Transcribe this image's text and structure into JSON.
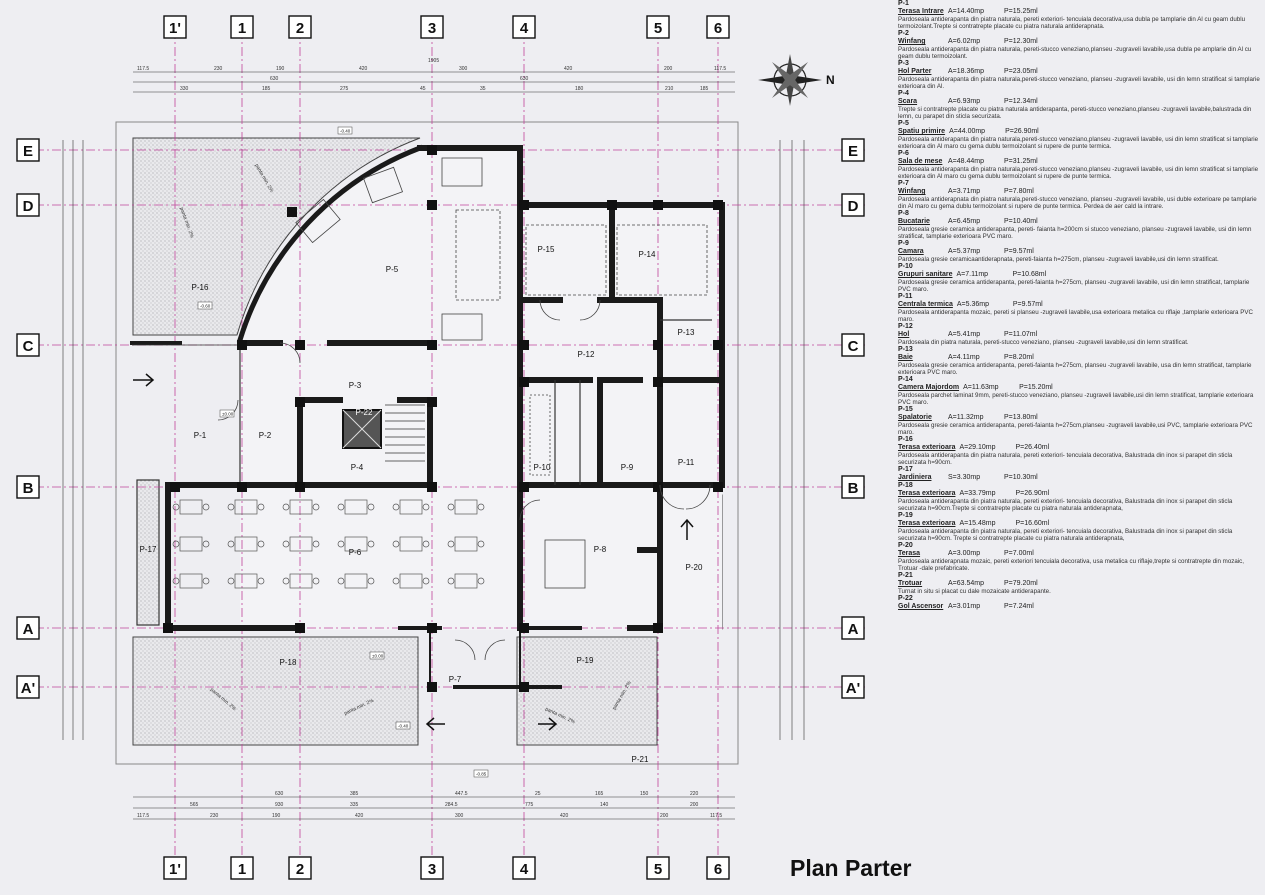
{
  "drawing": {
    "title": "Plan Parter",
    "compass_label": "N",
    "grid_cols": [
      {
        "label": "1'"
      },
      {
        "label": "1"
      },
      {
        "label": "2"
      },
      {
        "label": "3"
      },
      {
        "label": "4"
      },
      {
        "label": "5"
      },
      {
        "label": "6"
      }
    ],
    "grid_rows": [
      {
        "label": "E"
      },
      {
        "label": "D"
      },
      {
        "label": "C"
      },
      {
        "label": "B"
      },
      {
        "label": "A"
      },
      {
        "label": "A'"
      }
    ],
    "room_tags": [
      "P-1",
      "P-2",
      "P-3",
      "P-4",
      "P-5",
      "P-6",
      "P-7",
      "P-8",
      "P-9",
      "P-10",
      "P-11",
      "P-12",
      "P-13",
      "P-14",
      "P-15",
      "P-16",
      "P-17",
      "P-18",
      "P-19",
      "P-20",
      "P-21",
      "P-22"
    ],
    "level_marks": [
      "-0.40",
      "±0.00",
      "-0.60",
      "-0.85"
    ],
    "slope_note": "panta min. 2%",
    "top_dims_row1": [
      "117.5",
      "230",
      "190",
      "420",
      "300",
      "420",
      "200",
      "117.5"
    ],
    "top_dims_row2": [
      "330",
      "185",
      "275",
      "45",
      "35",
      "180",
      "210",
      "185"
    ],
    "top_dims_row3": [
      "1905",
      "630",
      "630"
    ],
    "bottom_dims_row1": [
      "630",
      "385",
      "447.5",
      "25",
      "165",
      "150",
      "220"
    ],
    "bottom_dims_row2": [
      "565",
      "930",
      "335",
      "284.5",
      "775",
      "140",
      "200"
    ],
    "bottom_dims_row3": [
      "117.5",
      "230",
      "190",
      "420",
      "300",
      "420",
      "200",
      "117.5"
    ]
  },
  "legend": {
    "rooms": [
      {
        "id": "P-1",
        "name": "Terasa Intrare",
        "area": "A=14.40mp",
        "perimeter": "P=15.25ml",
        "desc": "Pardoseala antiderapanta din piatra naturala, pereti exteriori- tencuiala decorativa,usa dubla pe tamplarie din Al cu geam dublu termoizolant.Trepte si contratrepte placate cu piatra naturala antiderapnata."
      },
      {
        "id": "P-2",
        "name": "Winfang",
        "area": "A=6.02mp",
        "perimeter": "P=12.30ml",
        "desc": "Pardoseala antiderapanta din piatra naturala, pereti-stucco veneziano,planseu -zugraveli lavabile,usa dubla pe amplarie din Al cu geam dublu termoizolant."
      },
      {
        "id": "P-3",
        "name": "Hol Parter",
        "area": "A=18.36mp",
        "perimeter": "P=23.05ml",
        "desc": "Pardoseala antiderapanta din piatra naturala,pereti-stucco veneziano, planseu -zugraveli lavabile, usi din lemn stratificat si tamplarie exterioara din Al."
      },
      {
        "id": "P-4",
        "name": "Scara",
        "area": "A=6.93mp",
        "perimeter": "P=12.34ml",
        "desc": "Trepte si contratrepte placate cu piatra naturala antiderapanta, pereti-stucco veneziano,planseu -zugraveli lavabile,balustrada din lemn, cu parapet din sticla securizata."
      },
      {
        "id": "P-5",
        "name": "Spatiu primire",
        "area": "A=44.00mp",
        "perimeter": "P=26.90ml",
        "desc": "Pardoseala antiderapanta din piatra naturala,pereti-stucco veneziano,planseu -zugraveli lavabile, usi din lemn stratificat si tamplarie exterioara din Al maro cu gema dublu termoizolant si rupere de punte termica."
      },
      {
        "id": "P-6",
        "name": "Sala de mese",
        "area": "A=48.44mp",
        "perimeter": "P=31.25ml",
        "desc": "Pardoseala antiderapanta din piatra naturala,pereti-stucco veneziano,planseu -zugraveli lavabile, usi din lemn stratificat si tamplarie exterioara din Al maro cu gema dublu termoizolant si rupere de punte termica."
      },
      {
        "id": "P-7",
        "name": "Winfang",
        "area": "A=3.71mp",
        "perimeter": "P=7.80ml",
        "desc": "Pardoseala antiderapnata din piatra naturala,pereti-stucco veneziano, planseu -zugraveli lavabile, usi duble exterioare pe tamplarie din Al maro cu gema dublu termoizolant si rupere de punte termica. Perdea de aer cald la intrare."
      },
      {
        "id": "P-8",
        "name": "Bucatarie",
        "area": "A=6.45mp",
        "perimeter": "P=10.40ml",
        "desc": "Pardoseala gresie ceramica antiderapanta, pereti- faianta h=200cm si stucco veneziano, planseu -zugraveli lavabile, usi din lemn stratificat, tamplarie exterioara PVC maro."
      },
      {
        "id": "P-9",
        "name": "Camara",
        "area": "A=5.37mp",
        "perimeter": "P=9.57ml",
        "desc": "Pardoseala gresie ceramicaantiderapnata, pereti-faianta h=275cm, planseu -zugraveli lavabile,usi din lemn stratificat."
      },
      {
        "id": "P-10",
        "name": "Grupuri sanitare",
        "area": "A=7.11mp",
        "perimeter": "P=10.68ml",
        "desc": "Pardoseala gresie ceramica antiderapanta, pereti-faianta h=275cm, planseu -zugraveli lavabile, usi din lemn stratificat, tamplarie PVC maro."
      },
      {
        "id": "P-11",
        "name": "Centrala termica",
        "area": "A=5.36mp",
        "perimeter": "P=9.57ml",
        "desc": "Pardoseala antiderapanta mozaic, pereti si planseu -zugraveli lavabile,usa exterioara metalica cu riflaje ,tamplarie exterioara PVC maro."
      },
      {
        "id": "P-12",
        "name": "Hol",
        "area": "A=5.41mp",
        "perimeter": "P=11.07ml",
        "desc": "Pardoseala din piatra naturala, pereti-stucco veneziano, planseu -zugraveli lavabile,usi din lemn stratificat."
      },
      {
        "id": "P-13",
        "name": "Baie",
        "area": "A=4.11mp",
        "perimeter": "P=8.20ml",
        "desc": "Pardoseala gresie ceramica antiderapanta, pereti-faianta h=275cm, planseu -zugraveli lavabile, usa din lemn stratificat, tamplarie exterioara PVC maro."
      },
      {
        "id": "P-14",
        "name": "Camera Majordom",
        "area": "A=11.63mp",
        "perimeter": "P=15.20ml",
        "desc": "Pardoseala parchet laminat 9mm, pereti-stucco veneziano, planseu -zugraveli lavabile,usi din lemn stratificat, tamplarie exterioara PVC maro."
      },
      {
        "id": "P-15",
        "name": "Spalatorie",
        "area": "A=11.32mp",
        "perimeter": "P=13.80ml",
        "desc": "Pardoseala gresie ceramica antiderapanta, pereti-faianta h=275cm,planseu -zugraveli lavabile,usi PVC, tamplarie exterioara PVC maro."
      },
      {
        "id": "P-16",
        "name": "Terasa exterioara",
        "area": "A=29.10mp",
        "perimeter": "P=26.40ml",
        "desc": "Pardoseala antiderapanta din piatra naturala, pereti exteriori- tencuiala decorativa, Balustrada din inox si parapet din sticla securizata h=90cm."
      },
      {
        "id": "P-17",
        "name": "Jardiniera",
        "area": "S=3.30mp",
        "perimeter": "P=10.30ml",
        "desc": ""
      },
      {
        "id": "P-18",
        "name": "Terasa exterioara",
        "area": "A=33.79mp",
        "perimeter": "P=26.90ml",
        "desc": "Pardoseala antiderapanta din piatra naturala, pereti exteriori- tencuiala decorativa, Balustrada din inox si parapet din sticla securizata h=90cm.Trepte si contratrepte placate cu piatra naturala antiderapnata,"
      },
      {
        "id": "P-19",
        "name": "Terasa exterioara",
        "area": "A=15.48mp",
        "perimeter": "P=16.60ml",
        "desc": "Pardoseala antiderapanta din piatra naturala, pereti exteriori- tencuiala decorativa, Balustrada din inox si parapet din sticla securizata h=90cm. Trepte si contratrepte placate cu piatra naturala antiderapnata,"
      },
      {
        "id": "P-20",
        "name": "Terasa",
        "area": "A=3.00mp",
        "perimeter": "P=7.00ml",
        "desc": "Pardoseala antiderapnata mozaic, pereti exteriori tencuiala decorativa, usa metalica cu riflaje,trepte si contratrepte din mozaic, Trotuar -dale prefabricate."
      },
      {
        "id": "P-21",
        "name": "Trotuar",
        "area": "A=63.54mp",
        "perimeter": "P=79.20ml",
        "desc": "Turnat in situ si placat cu dale mozaicate antiderapante."
      },
      {
        "id": "P-22",
        "name": "Gol Ascensor",
        "area": "A=3.01mp",
        "perimeter": "P=7.24ml",
        "desc": ""
      }
    ]
  }
}
